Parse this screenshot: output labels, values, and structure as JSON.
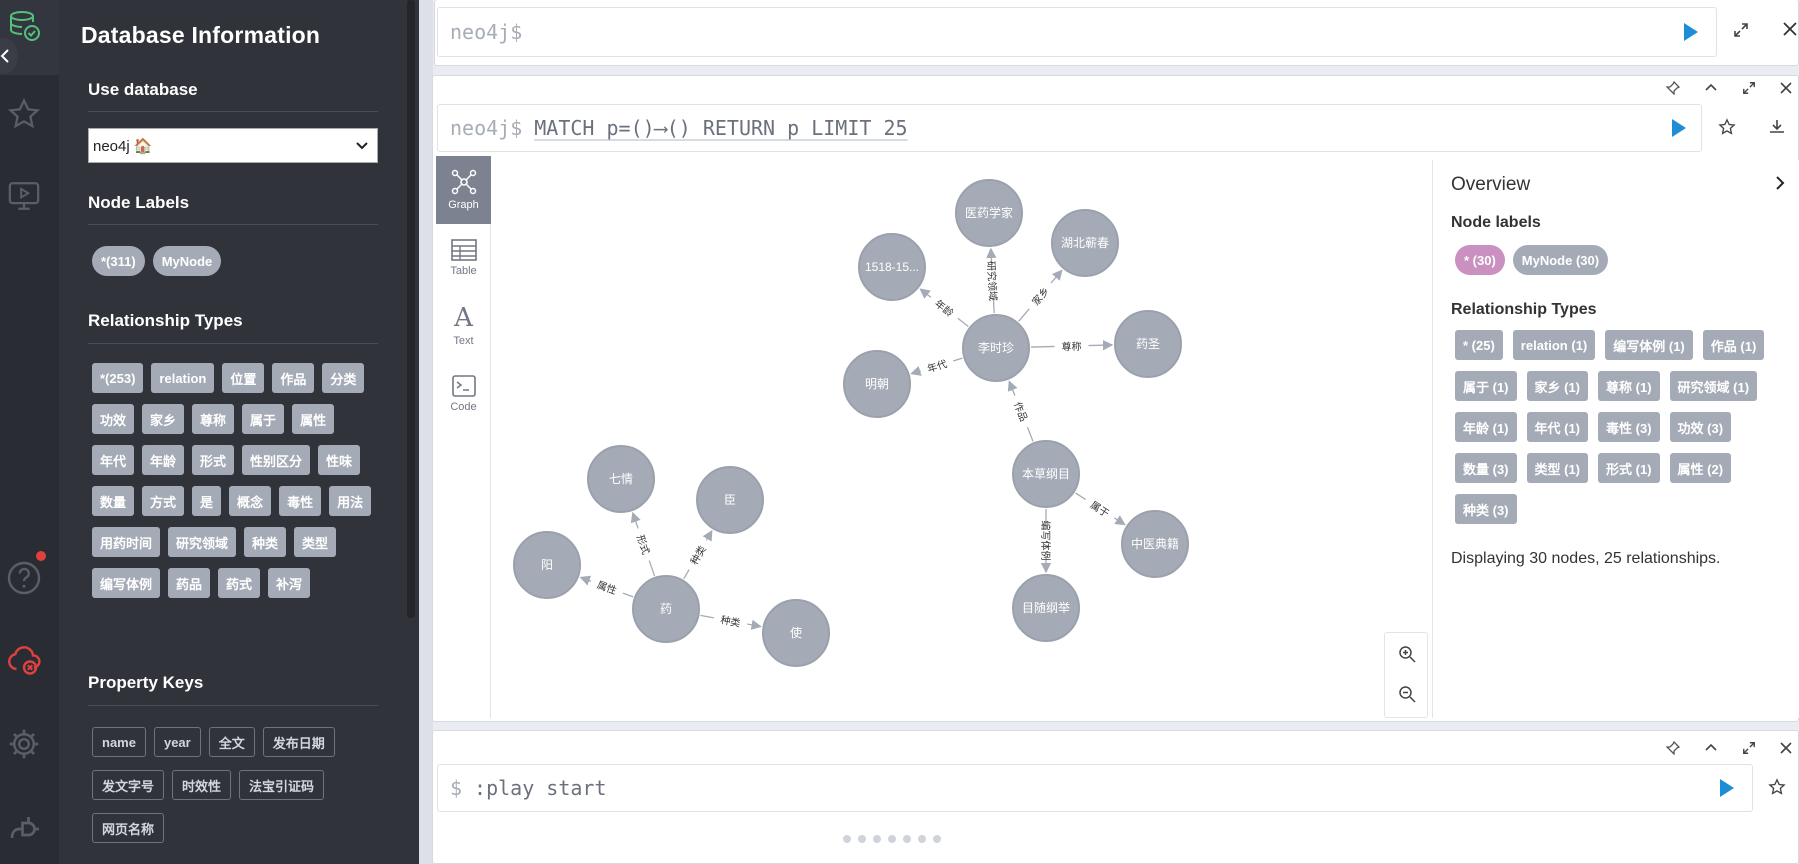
{
  "drawer": {
    "title": "Database Information",
    "use_database_heading": "Use database",
    "database_value": "neo4j 🏠",
    "node_labels_heading": "Node Labels",
    "node_labels": [
      "*(311)",
      "MyNode"
    ],
    "relationship_types_heading": "Relationship Types",
    "relationship_types": [
      "*(253)",
      "relation",
      "位置",
      "作品",
      "分类",
      "功效",
      "家乡",
      "尊称",
      "属于",
      "属性",
      "年代",
      "年龄",
      "形式",
      "性别区分",
      "性味",
      "数量",
      "方式",
      "是",
      "概念",
      "毒性",
      "用法",
      "用药时间",
      "研究领域",
      "种类",
      "类型",
      "编写体例",
      "药品",
      "药式",
      "补泻"
    ],
    "property_keys_heading": "Property Keys",
    "property_keys": [
      "name",
      "year",
      "全文",
      "发布日期",
      "发文字号",
      "时效性",
      "法宝引证码",
      "网页名称"
    ]
  },
  "iconbar": {
    "items": [
      "database-icon",
      "star-icon",
      "monitor-play-icon",
      "help-icon",
      "cloud-disconnected-icon",
      "gear-icon",
      "plug-icon"
    ]
  },
  "top_editor": {
    "prompt": "neo4j$"
  },
  "result_frame": {
    "prompt": "neo4j$",
    "query": "MATCH p=()⟶() RETURN p LIMIT 25",
    "tabs": [
      {
        "label": "Graph",
        "icon": "graph-icon",
        "active": true
      },
      {
        "label": "Table",
        "icon": "table-icon",
        "active": false
      },
      {
        "label": "Text",
        "icon": "text-icon",
        "active": false
      },
      {
        "label": "Code",
        "icon": "code-icon",
        "active": false
      }
    ],
    "graph": {
      "nodes": [
        "医药学家",
        "湖北蕲春",
        "1518-15...",
        "李时珍",
        "药圣",
        "明朝",
        "本草纲目",
        "中医典籍",
        "目随纲举",
        "七情",
        "臣",
        "阳",
        "药",
        "使"
      ],
      "edges": [
        "研究领域",
        "家乡",
        "年龄",
        "尊称",
        "年代",
        "作品",
        "属于",
        "编写体例",
        "形式",
        "种类",
        "属性",
        "种类"
      ]
    },
    "overview": {
      "title": "Overview",
      "node_labels_heading": "Node labels",
      "node_labels": [
        "* (30)",
        "MyNode (30)"
      ],
      "relationship_types_heading": "Relationship Types",
      "relationship_types": [
        "* (25)",
        "relation (1)",
        "编写体例 (1)",
        "作品 (1)",
        "属于 (1)",
        "家乡 (1)",
        "尊称 (1)",
        "研究领域 (1)",
        "年龄 (1)",
        "年代 (1)",
        "毒性 (3)",
        "功效 (3)",
        "数量 (3)",
        "类型 (1)",
        "形式 (1)",
        "属性 (2)",
        "种类 (3)"
      ],
      "status": "Displaying 30 nodes, 25 relationships."
    }
  },
  "bottom_frame": {
    "prompt": "$",
    "command": ":play start"
  },
  "colors": {
    "accent": "#1c8ed6",
    "chip": "#a5abb6",
    "star_chip": "#c990c0",
    "drawer_bg": "#31333b",
    "iconbar_bg": "#2a2c33"
  }
}
